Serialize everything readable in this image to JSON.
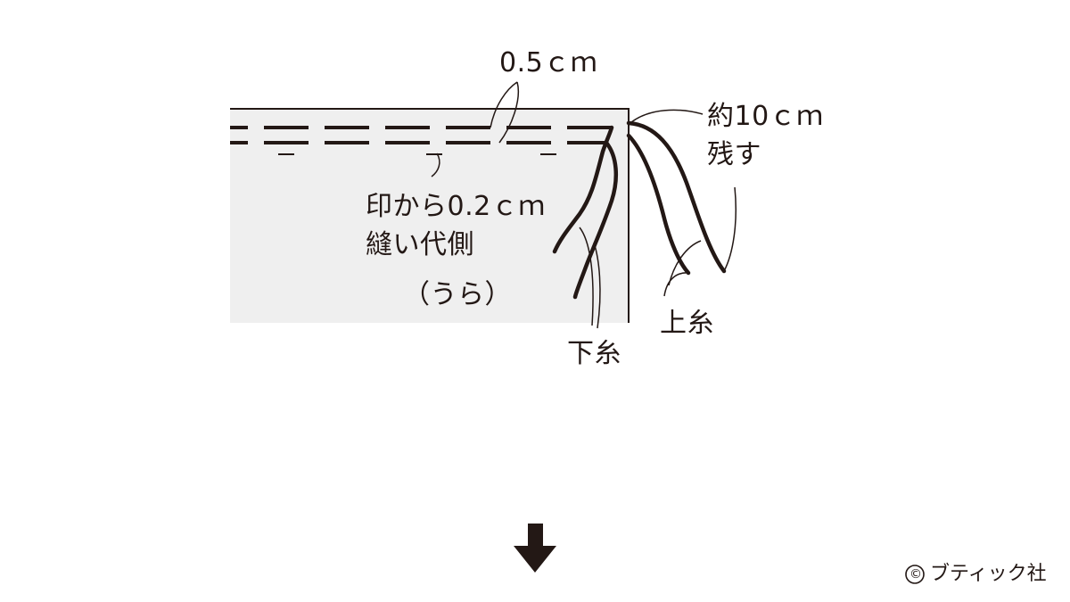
{
  "diagram": {
    "labels": {
      "seam_allowance": "0.5ｃｍ",
      "leave_length_line1": "約10ｃｍ",
      "leave_length_line2": "残す",
      "stitch_offset_line1": "印から0.2ｃｍ",
      "stitch_offset_line2": "縫い代側",
      "wrong_side": "（うら）",
      "upper_thread": "上糸",
      "lower_thread": "下糸"
    },
    "arrow_direction": "down",
    "credit": "ブティック社",
    "credit_symbol": "©"
  },
  "colors": {
    "ink": "#231815",
    "fabric_fill": "#efefef",
    "background": "#ffffff"
  }
}
